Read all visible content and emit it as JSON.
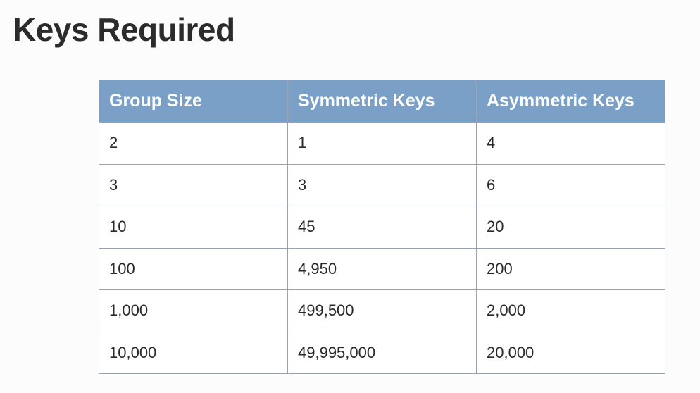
{
  "title": "Keys Required",
  "table": {
    "headers": [
      "Group Size",
      "Symmetric Keys",
      "Asymmetric Keys"
    ],
    "rows": [
      [
        "2",
        "1",
        "4"
      ],
      [
        "3",
        "3",
        "6"
      ],
      [
        "10",
        "45",
        "20"
      ],
      [
        "100",
        "4,950",
        "200"
      ],
      [
        "1,000",
        "499,500",
        "2,000"
      ],
      [
        "10,000",
        "49,995,000",
        "20,000"
      ]
    ]
  },
  "colors": {
    "header_background": "#7aa0c8",
    "header_text": "#ffffff",
    "border": "#9aa3ad",
    "title_text": "#2b2b2b"
  }
}
